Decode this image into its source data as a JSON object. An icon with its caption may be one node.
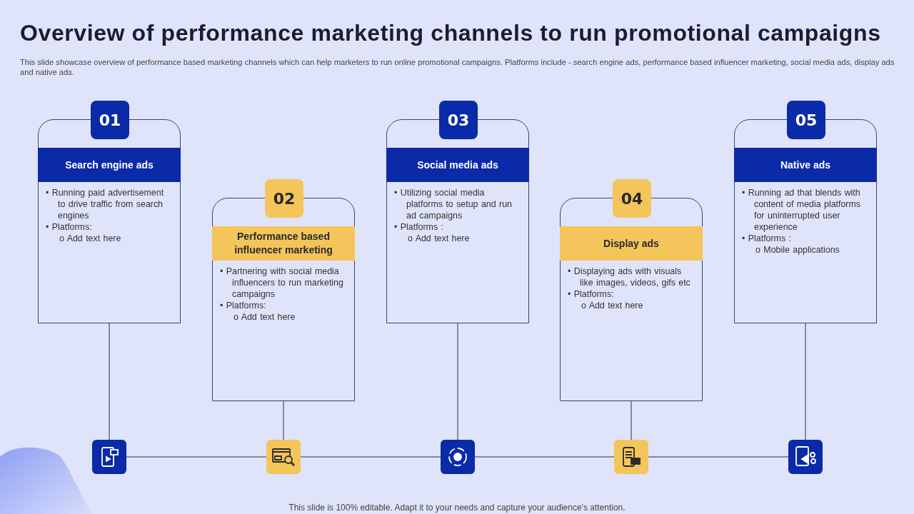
{
  "diagram": {
    "title": "Overview of performance marketing channels to run promotional campaigns",
    "caption": "This slide showcase overview of performance based marketing channels which can help marketers to run online promotional campaigns. Platforms include - search engine ads, performance based influencer marketing, social media ads, display ads and native ads.",
    "nodes": [
      {
        "text": [
          "01",
          "Search engine ads",
          "• Running paid advertisement to drive traffic from search engines",
          "• Platforms:",
          "o Add text here"
        ]
      },
      {
        "text": [
          "02",
          "Performance based influencer marketing",
          "• Partnering with social media influencers to run marketing campaigns",
          "• Platforms:",
          "o Add text here"
        ]
      },
      {
        "text": [
          "03",
          "Social media ads",
          "• Utilizing social media platforms to setup and run ad campaigns",
          "• Platforms :",
          "o Add text here"
        ]
      },
      {
        "text": [
          "04",
          "Display ads",
          "• Displaying ads with visuals like images, videos, gifs etc",
          "• Platforms:",
          "o Add text here"
        ]
      },
      {
        "text": [
          "05",
          "Native ads",
          "• Running ad that blends with content of media platforms for uninterrupted user experience",
          "• Platforms :",
          "o Mobile applications"
        ]
      },
      {
        "text": [],
        "shape": "picture"
      },
      {
        "text": [],
        "shape": "picture"
      },
      {
        "text": [],
        "shape": "picture"
      },
      {
        "text": [],
        "shape": "picture"
      },
      {
        "text": [],
        "shape": "picture"
      }
    ],
    "edges": [
      {
        "from": 0,
        "to": 5,
        "arrow": "none"
      },
      {
        "from": 1,
        "to": 6,
        "arrow": "none"
      },
      {
        "from": 2,
        "to": 7,
        "arrow": "none"
      },
      {
        "from": 3,
        "to": 8,
        "arrow": "none"
      },
      {
        "from": 4,
        "to": 9,
        "arrow": "none"
      },
      {
        "from": 5,
        "to": 6,
        "arrow": "none"
      },
      {
        "from": 6,
        "to": 7,
        "arrow": "none"
      },
      {
        "from": 7,
        "to": 8,
        "arrow": "none"
      },
      {
        "from": 8,
        "to": 9,
        "arrow": "none"
      }
    ],
    "labels": [
      "This slide is 100% editable. Adapt it to your needs and capture your audience's attention."
    ]
  }
}
